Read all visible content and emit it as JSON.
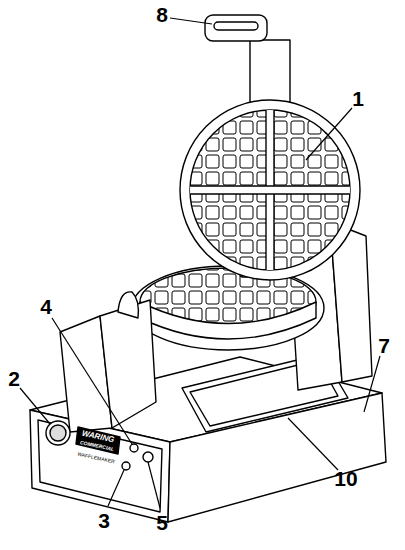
{
  "diagram": {
    "labels": [
      "8",
      "1",
      "4",
      "2",
      "7",
      "10",
      "3",
      "5",
      "WARING",
      "COMMERCIAL",
      "WAFFLEMAKER"
    ]
  }
}
